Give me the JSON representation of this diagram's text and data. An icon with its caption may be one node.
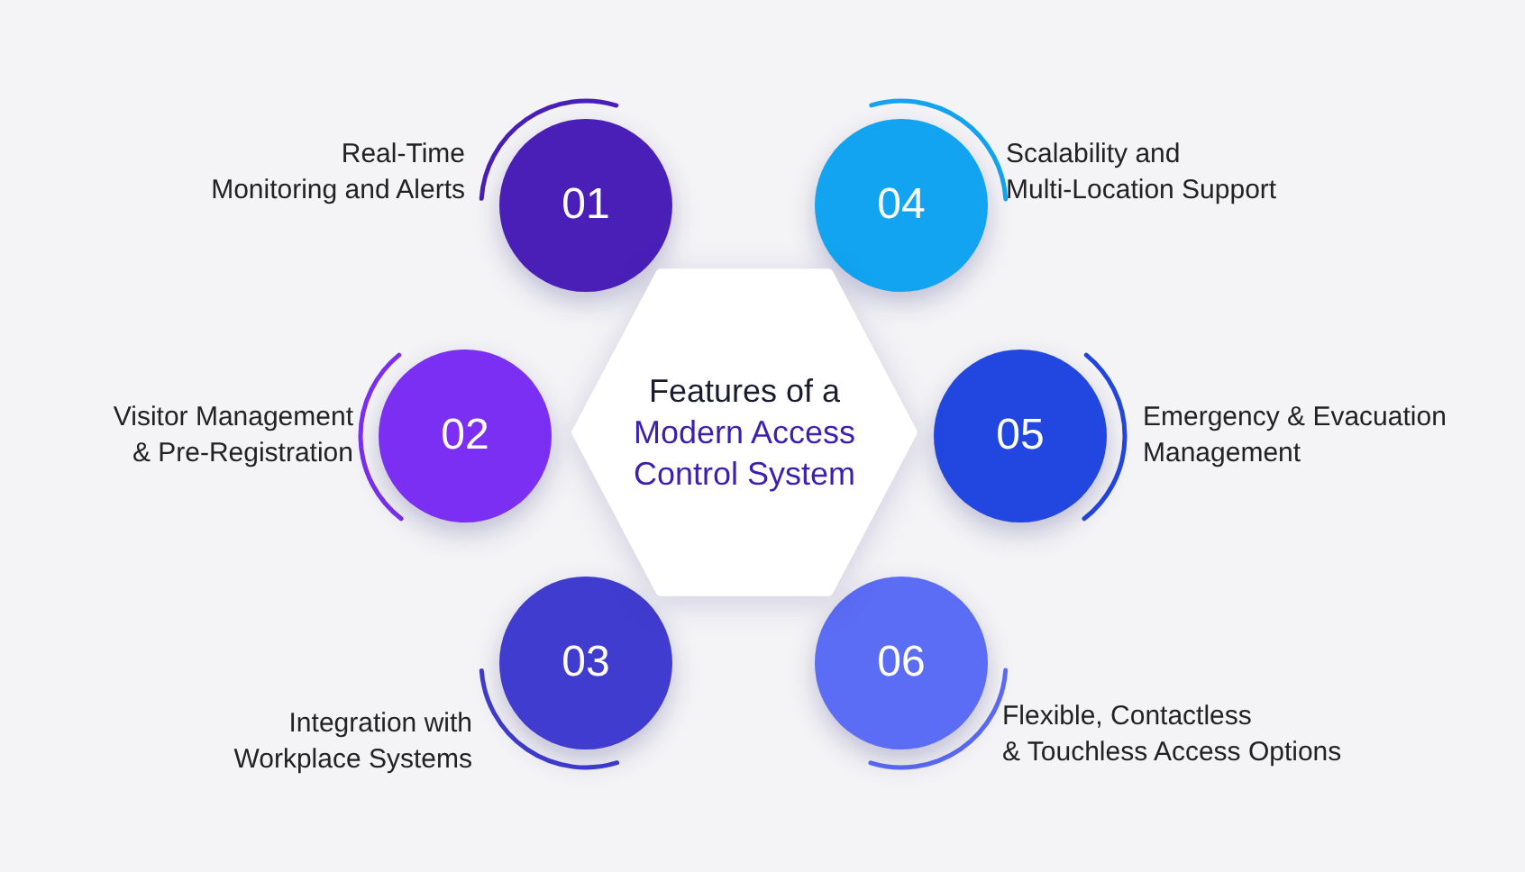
{
  "diagram": {
    "nodes": [
      {
        "text": [
          "01"
        ],
        "beside": [
          "Real-Time Monitoring and Alerts"
        ]
      },
      {
        "text": [
          "02"
        ],
        "beside": [
          "Visitor Management & Pre-Registration"
        ]
      },
      {
        "text": [
          "03"
        ],
        "beside": [
          "Integration with Workplace Systems"
        ]
      },
      {
        "text": [
          "04"
        ],
        "beside": [
          "Scalability and Multi-Location Support"
        ]
      },
      {
        "text": [
          "05"
        ],
        "beside": [
          "Emergency & Evacuation Management"
        ]
      },
      {
        "text": [
          "06"
        ],
        "beside": [
          "Flexible, Contactless & Touchless Access Options"
        ]
      },
      {
        "text": [
          "Features of a",
          "Modern Access Control System"
        ]
      }
    ],
    "edges": []
  }
}
